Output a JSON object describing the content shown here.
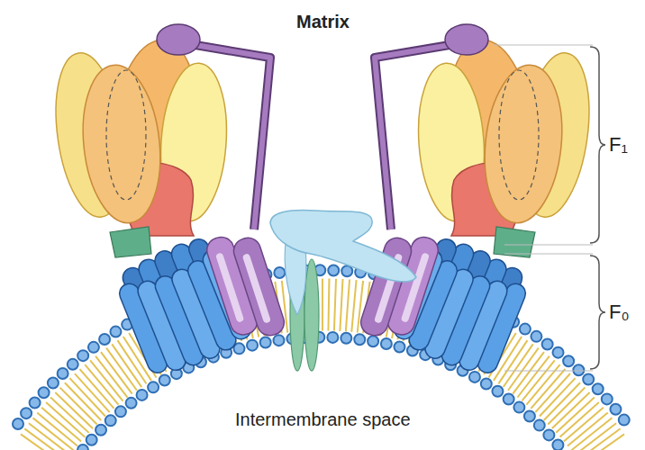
{
  "diagram": {
    "labels": [
      "Matrix",
      "F₁",
      "F₀",
      "Intermembrane space"
    ]
  }
}
